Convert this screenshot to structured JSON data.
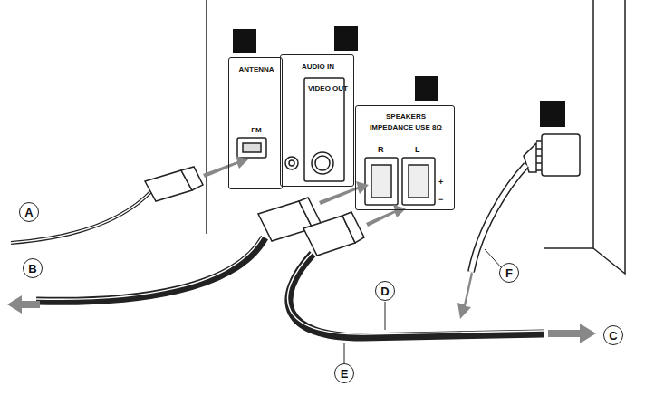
{
  "diagram": {
    "nodes": [
      {
        "text": [
          "A"
        ]
      },
      {
        "text": [
          "ANTENNA",
          "FM"
        ]
      },
      {
        "text": [
          "B"
        ]
      },
      {
        "text": [
          "AUDIO IN",
          "VIDEO OUT"
        ]
      },
      {
        "text": [
          "C"
        ]
      },
      {
        "text": [
          "SPEAKERS",
          "IMPEDANCE USE 8Ω"
        ]
      },
      {
        "text": [
          "D"
        ]
      },
      {
        "text": [
          "A"
        ]
      },
      {
        "text": [
          "B"
        ]
      },
      {
        "text": [
          "C"
        ]
      },
      {
        "text": [
          "D"
        ]
      },
      {
        "text": [
          "E"
        ]
      },
      {
        "text": [
          "F"
        ]
      }
    ],
    "labels": [
      "R",
      "L",
      "+",
      "−"
    ]
  }
}
